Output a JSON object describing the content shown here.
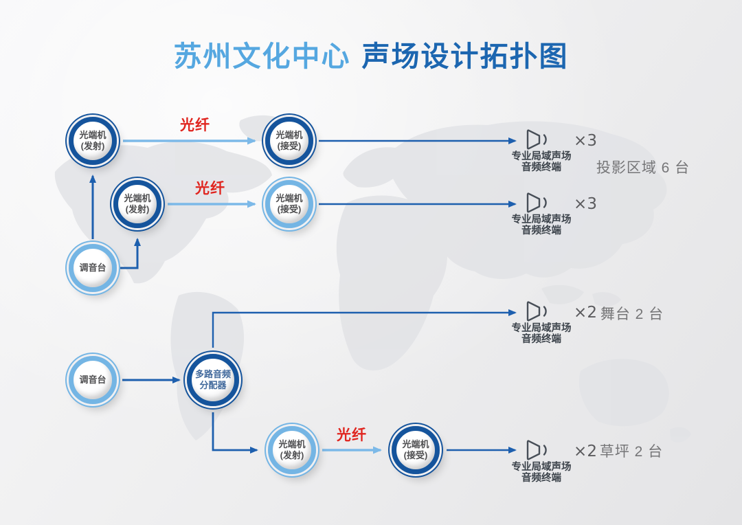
{
  "title": {
    "part1": "苏州文化中心",
    "part2": "声场设计拓扑图"
  },
  "colors": {
    "title_light_blue": "#55a7e0",
    "title_dark_blue": "#1c66b0",
    "node_ring_dark": "#15549c",
    "node_ring_light": "#74b5e4",
    "wire_dark": "#1d5fae",
    "wire_light_fiber": "#7cb9e8",
    "fiber_label_red": "#e0251f",
    "node_text_gray": "#4e4e50",
    "terminal_text": "#3c434b",
    "area_label_gray": "#757577"
  },
  "nodes": [
    {
      "id": "optical-tx-1",
      "line1": "光端机",
      "line2": "(发射)",
      "ring": "dark"
    },
    {
      "id": "optical-rx-1",
      "line1": "光端机",
      "line2": "(接受)",
      "ring": "dark"
    },
    {
      "id": "optical-tx-2",
      "line1": "光端机",
      "line2": "(发射)",
      "ring": "dark"
    },
    {
      "id": "optical-rx-2",
      "line1": "光端机",
      "line2": "(接受)",
      "ring": "light"
    },
    {
      "id": "mixer-1",
      "line1": "调音台",
      "line2": "",
      "ring": "light"
    },
    {
      "id": "mixer-2",
      "line1": "调音台",
      "line2": "",
      "ring": "light"
    },
    {
      "id": "audio-distributor",
      "line1": "多路音频",
      "line2": "分配器",
      "ring": "dark"
    },
    {
      "id": "optical-tx-3",
      "line1": "光端机",
      "line2": "(发射)",
      "ring": "light"
    },
    {
      "id": "optical-rx-3",
      "line1": "光端机",
      "line2": "(接受)",
      "ring": "dark"
    }
  ],
  "fiber_labels": [
    {
      "text": "光纤"
    },
    {
      "text": "光纤"
    },
    {
      "text": "光纤"
    }
  ],
  "terminals": [
    {
      "count": "×3",
      "label_line1": "专业局域声场",
      "label_line2": "音频终端"
    },
    {
      "count": "×3",
      "label_line1": "专业局域声场",
      "label_line2": "音频终端"
    },
    {
      "count": "×2",
      "label_line1": "专业局域声场",
      "label_line2": "音频终端"
    },
    {
      "count": "×2",
      "label_line1": "专业局域声场",
      "label_line2": "音频终端"
    }
  ],
  "area_labels": [
    {
      "text": "投影区域 6 台"
    },
    {
      "text": "舞台 2 台"
    },
    {
      "text": "草坪 2 台"
    }
  ]
}
